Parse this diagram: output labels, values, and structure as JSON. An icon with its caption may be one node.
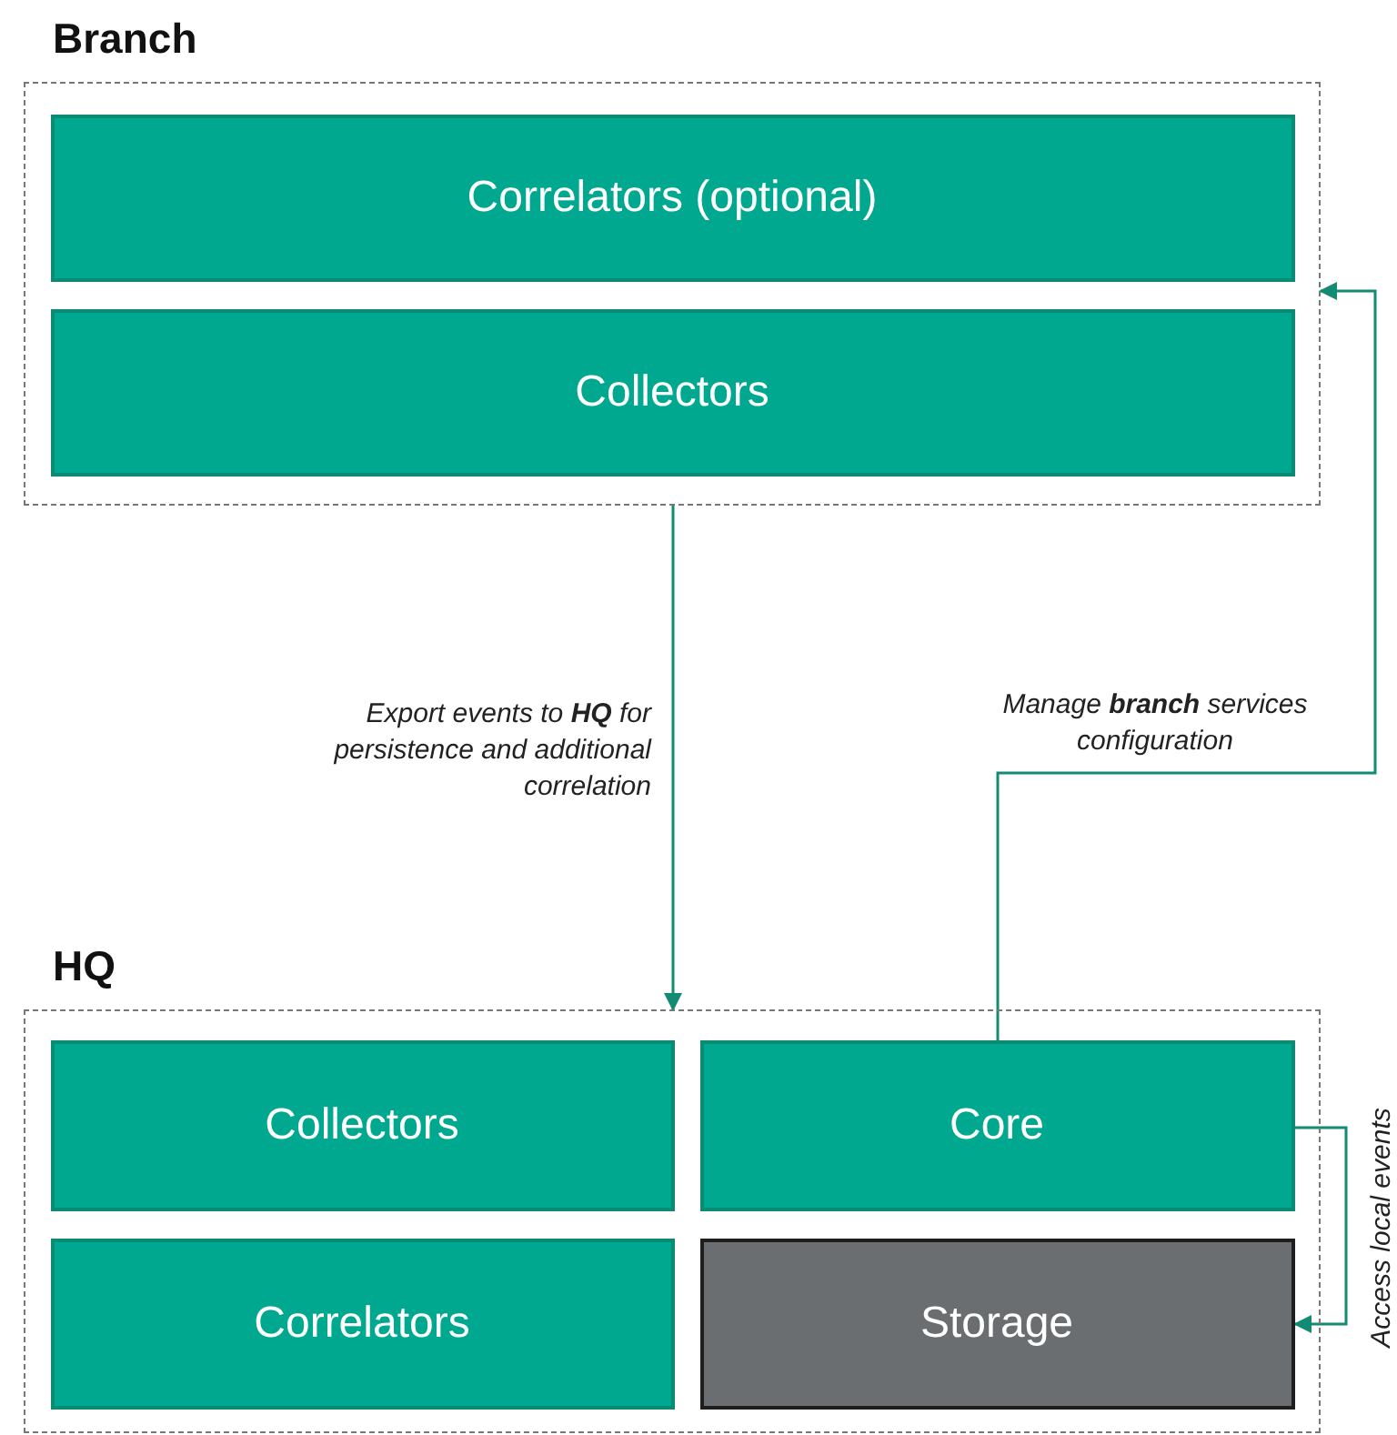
{
  "diagram": {
    "nodes": [
      {
        "text": [
          "Branch"
        ]
      },
      {
        "text": [
          "Correlators (optional)"
        ],
        "in": 0
      },
      {
        "text": [
          "Collectors"
        ],
        "in": 0
      },
      {
        "text": [
          "HQ"
        ]
      },
      {
        "text": [
          "Collectors"
        ],
        "in": 3
      },
      {
        "text": [
          "Core"
        ],
        "in": 3
      },
      {
        "text": [
          "Correlators"
        ],
        "in": 3
      },
      {
        "text": [
          "Storage"
        ],
        "in": 3
      }
    ],
    "edges": [
      {
        "from": 0,
        "to": 3,
        "arrow": "to",
        "label": "Export events to **HQ** for persistence and additional correlation"
      },
      {
        "from": 5,
        "to": 0,
        "arrow": "to",
        "label": "Manage **branch** services configuration"
      },
      {
        "from": 5,
        "to": 7,
        "arrow": "to",
        "label": "Access *local* events"
      }
    ]
  }
}
